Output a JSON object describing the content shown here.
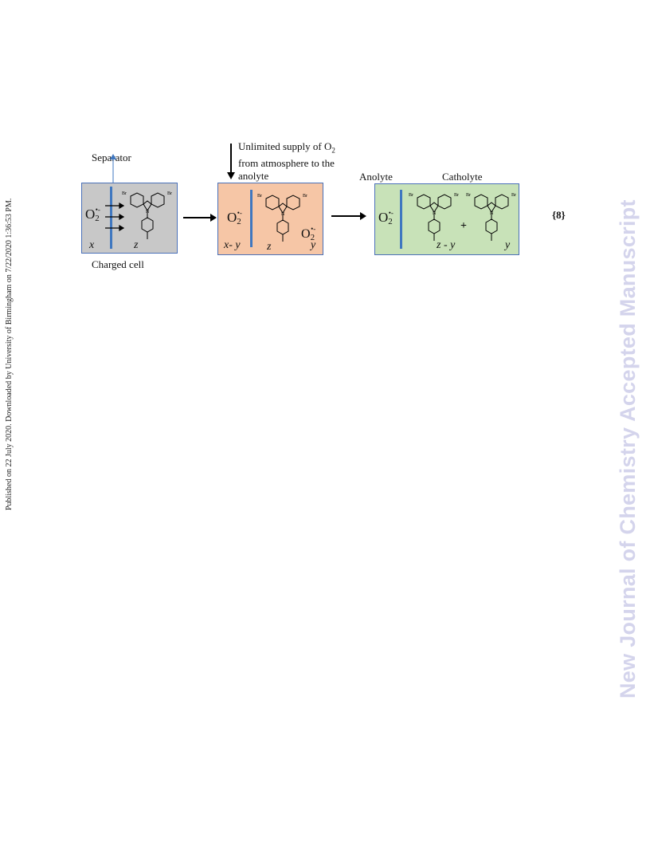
{
  "sidebar_left": {
    "text": "Published on 22 July 2020. Downloaded by University of Birmingham on 7/22/2020 1:36:53 PM."
  },
  "watermark": {
    "text": "New Journal of Chemistry Accepted Manuscript",
    "color": "#d4d4ec"
  },
  "scheme": {
    "separator_label": "Separator",
    "charged_cell_label": "Charged cell",
    "supply_line1": "Unlimited supply of O",
    "supply_line1_sub": "2",
    "supply_line2": "from atmosphere to the",
    "supply_line3": "anolyte",
    "anolyte_label": "Anolyte",
    "catholyte_label": "Catholyte",
    "equation_number": "{8}",
    "species": {
      "o2": "O",
      "o2_sub": "2",
      "o2_sup": "•-"
    },
    "box1": {
      "var_left": "x",
      "var_right": "z",
      "color": "#c8c8c8"
    },
    "box2": {
      "var_left": "x- y",
      "var_mid": "z",
      "var_right": "y",
      "color": "#f6c6a6"
    },
    "box3": {
      "var_mid": "z - y",
      "var_right": "y",
      "plus": "+",
      "color": "#c8e2b8"
    },
    "bromine": "Br",
    "nitrogen": "N"
  }
}
